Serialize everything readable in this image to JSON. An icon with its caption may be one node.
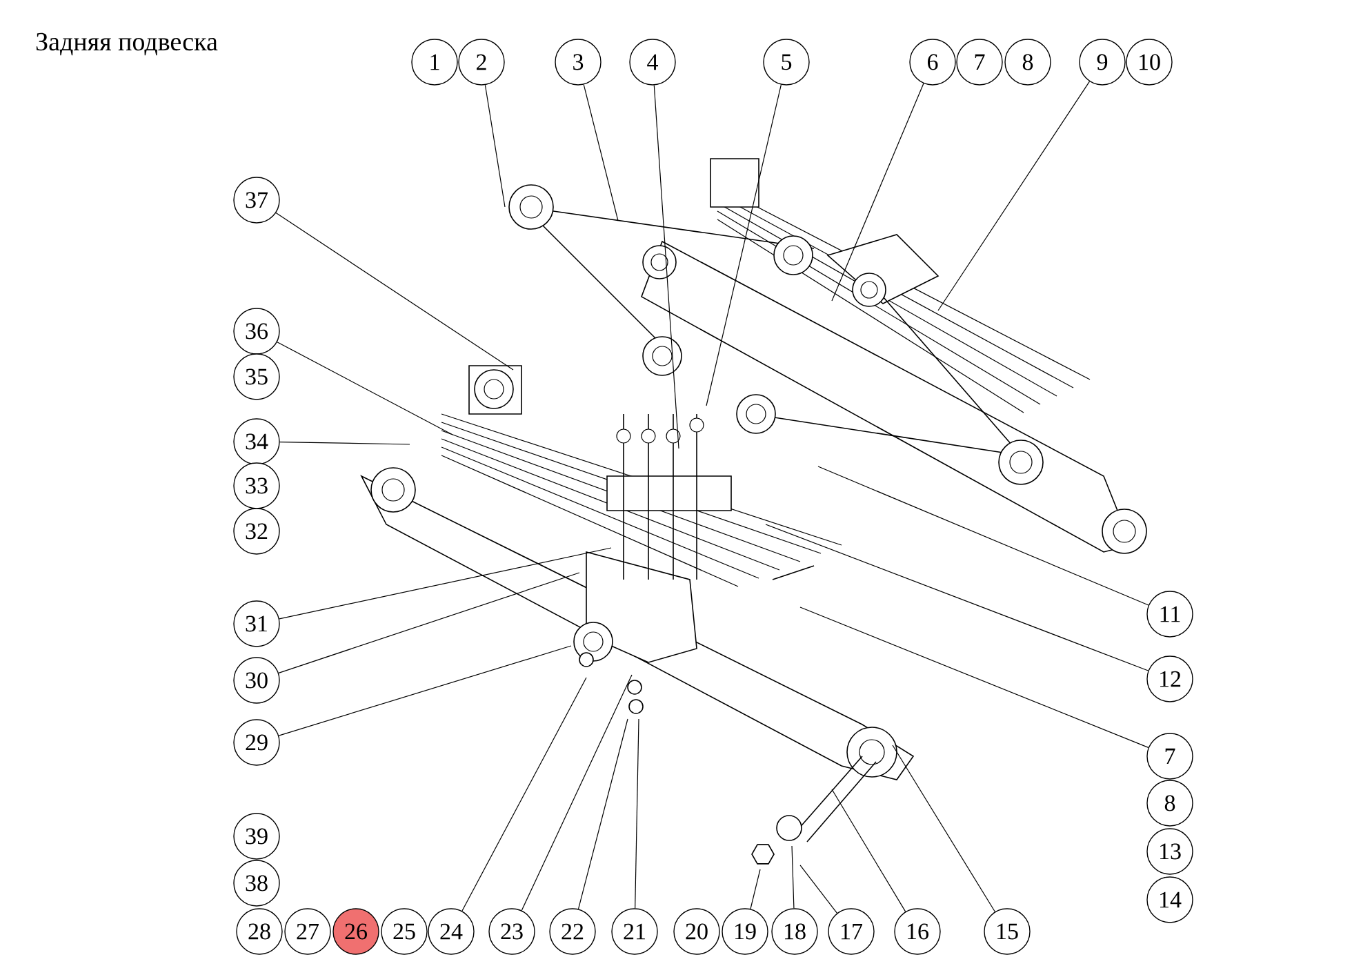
{
  "diagram": {
    "title": "Задняя подвеска",
    "nodes": [
      {
        "text": [
          "1"
        ]
      },
      {
        "text": [
          "2"
        ]
      },
      {
        "text": [
          "3"
        ]
      },
      {
        "text": [
          "4"
        ]
      },
      {
        "text": [
          "5"
        ]
      },
      {
        "text": [
          "6"
        ]
      },
      {
        "text": [
          "7"
        ]
      },
      {
        "text": [
          "8"
        ]
      },
      {
        "text": [
          "9"
        ]
      },
      {
        "text": [
          "10"
        ]
      },
      {
        "text": [
          "37"
        ]
      },
      {
        "text": [
          "36"
        ]
      },
      {
        "text": [
          "35"
        ]
      },
      {
        "text": [
          "34"
        ]
      },
      {
        "text": [
          "33"
        ]
      },
      {
        "text": [
          "32"
        ]
      },
      {
        "text": [
          "31"
        ]
      },
      {
        "text": [
          "30"
        ]
      },
      {
        "text": [
          "29"
        ]
      },
      {
        "text": [
          "39"
        ]
      },
      {
        "text": [
          "38"
        ]
      },
      {
        "text": [
          "28"
        ]
      },
      {
        "text": [
          "27"
        ]
      },
      {
        "text": [
          "26"
        ]
      },
      {
        "text": [
          "25"
        ]
      },
      {
        "text": [
          "24"
        ]
      },
      {
        "text": [
          "23"
        ]
      },
      {
        "text": [
          "22"
        ]
      },
      {
        "text": [
          "21"
        ]
      },
      {
        "text": [
          "20"
        ]
      },
      {
        "text": [
          "19"
        ]
      },
      {
        "text": [
          "18"
        ]
      },
      {
        "text": [
          "17"
        ]
      },
      {
        "text": [
          "16"
        ]
      },
      {
        "text": [
          "15"
        ]
      },
      {
        "text": [
          "11"
        ]
      },
      {
        "text": [
          "12"
        ]
      },
      {
        "text": [
          "7"
        ]
      },
      {
        "text": [
          "8"
        ]
      },
      {
        "text": [
          "13"
        ]
      },
      {
        "text": [
          "14"
        ]
      }
    ],
    "edges": [
      {
        "from": 1,
        "to": null,
        "arrow": "none"
      },
      {
        "from": 2,
        "to": null,
        "arrow": "none"
      },
      {
        "from": 3,
        "to": null,
        "arrow": "none"
      },
      {
        "from": 4,
        "to": null,
        "arrow": "none"
      },
      {
        "from": 5,
        "to": null,
        "arrow": "none"
      },
      {
        "from": 8,
        "to": null,
        "arrow": "none"
      },
      {
        "from": 10,
        "to": null,
        "arrow": "none"
      },
      {
        "from": 11,
        "to": null,
        "arrow": "none"
      },
      {
        "from": 13,
        "to": null,
        "arrow": "none"
      },
      {
        "from": 16,
        "to": null,
        "arrow": "none"
      },
      {
        "from": 17,
        "to": null,
        "arrow": "none"
      },
      {
        "from": 18,
        "to": null,
        "arrow": "none"
      },
      {
        "from": 25,
        "to": null,
        "arrow": "none"
      },
      {
        "from": 26,
        "to": null,
        "arrow": "none"
      },
      {
        "from": 27,
        "to": null,
        "arrow": "none"
      },
      {
        "from": 28,
        "to": null,
        "arrow": "none"
      },
      {
        "from": 30,
        "to": null,
        "arrow": "none"
      },
      {
        "from": 31,
        "to": null,
        "arrow": "none"
      },
      {
        "from": 32,
        "to": null,
        "arrow": "none"
      },
      {
        "from": 33,
        "to": null,
        "arrow": "none"
      },
      {
        "from": 34,
        "to": null,
        "arrow": "none"
      },
      {
        "from": 35,
        "to": null,
        "arrow": "none"
      },
      {
        "from": 36,
        "to": null,
        "arrow": "none"
      },
      {
        "from": 37,
        "to": null,
        "arrow": "none"
      }
    ]
  }
}
